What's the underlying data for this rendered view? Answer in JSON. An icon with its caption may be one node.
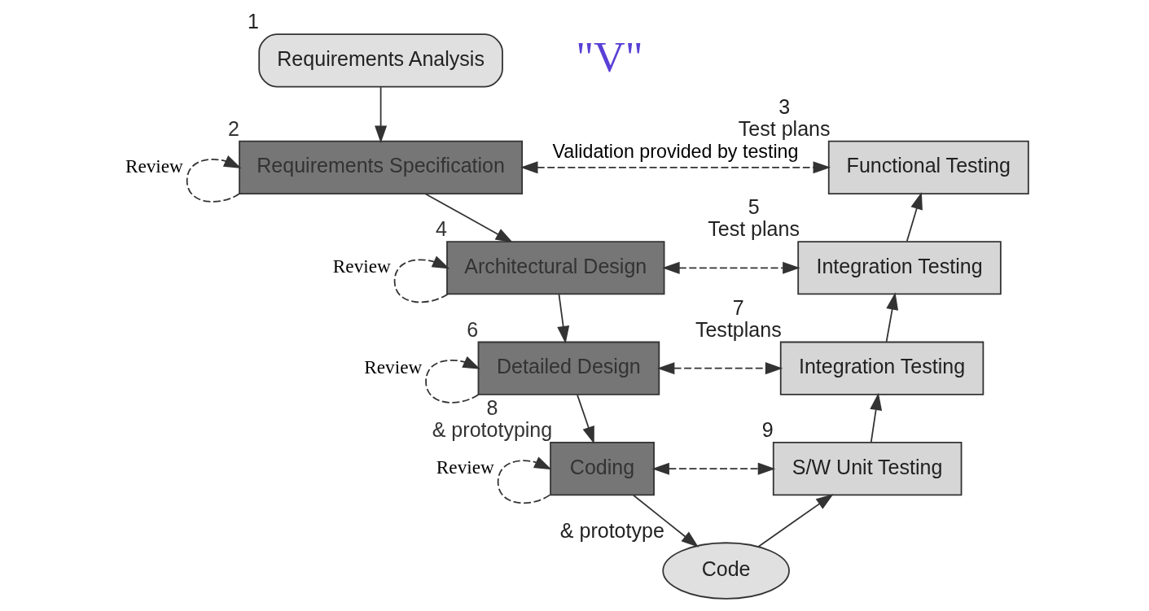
{
  "diagram": {
    "nodes": [
      {
        "text": [
          "Requirements Analysis"
        ],
        "beside": [
          "1"
        ]
      },
      {
        "text": [
          "Requirements Specification"
        ],
        "beside": [
          "2"
        ]
      },
      {
        "text": [
          "Architectural Design"
        ],
        "beside": [
          "4"
        ]
      },
      {
        "text": [
          "Detailed Design"
        ],
        "beside": [
          "6"
        ]
      },
      {
        "text": [
          "Coding"
        ],
        "beside": [
          "8",
          "& prototyping"
        ]
      },
      {
        "text": [
          "Code"
        ],
        "beside": [
          "& prototype"
        ]
      },
      {
        "text": [
          "S/W Unit Testing"
        ],
        "beside": [
          "9"
        ]
      },
      {
        "text": [
          "Integration Testing"
        ],
        "beside": [
          "7",
          "Testplans"
        ]
      },
      {
        "text": [
          "Integration Testing"
        ],
        "beside": [
          "5",
          "Test plans"
        ]
      },
      {
        "text": [
          "Functional Testing"
        ],
        "beside": [
          "3",
          "Test plans"
        ]
      }
    ],
    "edges": [
      {
        "from": 0,
        "to": 1,
        "arrow": "to"
      },
      {
        "from": 1,
        "to": 1,
        "arrow": "to",
        "style": "dashed",
        "label": "Review"
      },
      {
        "from": 1,
        "to": 9,
        "arrow": "both",
        "style": "dashed",
        "label": "Validation provided by testing"
      },
      {
        "from": 1,
        "to": 2,
        "arrow": "to"
      },
      {
        "from": 2,
        "to": 2,
        "arrow": "to",
        "style": "dashed",
        "label": "Review"
      },
      {
        "from": 2,
        "to": 8,
        "arrow": "both",
        "style": "dashed"
      },
      {
        "from": 2,
        "to": 3,
        "arrow": "to"
      },
      {
        "from": 3,
        "to": 3,
        "arrow": "to",
        "style": "dashed",
        "label": "Review"
      },
      {
        "from": 3,
        "to": 7,
        "arrow": "both",
        "style": "dashed"
      },
      {
        "from": 3,
        "to": 4,
        "arrow": "to"
      },
      {
        "from": 4,
        "to": 4,
        "arrow": "to",
        "style": "dashed",
        "label": "Review"
      },
      {
        "from": 4,
        "to": 6,
        "arrow": "both",
        "style": "dashed"
      },
      {
        "from": 4,
        "to": 5,
        "arrow": "to"
      },
      {
        "from": 5,
        "to": 6,
        "arrow": "to"
      },
      {
        "from": 6,
        "to": 7,
        "arrow": "to"
      },
      {
        "from": 7,
        "to": 8,
        "arrow": "to"
      },
      {
        "from": 8,
        "to": 9,
        "arrow": "to"
      }
    ],
    "labels": [
      "\"V\""
    ]
  }
}
